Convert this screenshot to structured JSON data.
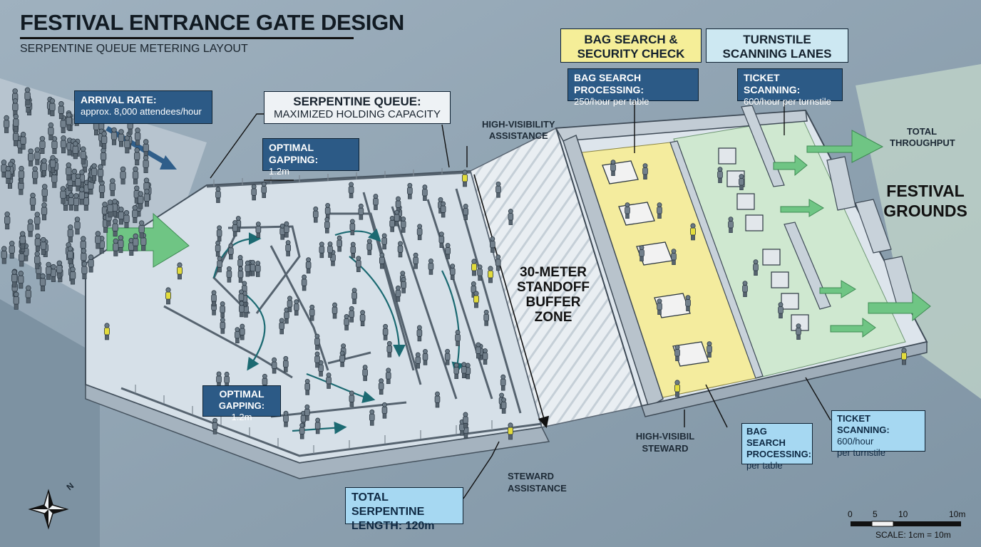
{
  "title": "FESTIVAL ENTRANCE GATE DESIGN",
  "subtitle": "SERPENTINE QUEUE METERING LAYOUT",
  "colors": {
    "background": "#8ea2b1",
    "queue_floor": "#d6e0e8",
    "security_zone": "#f4ec9e",
    "turnstile_zone": "#cfe8d0",
    "flow_arrow": "#6fc584",
    "label_dark": "#2c5a86",
    "label_light": "#a6d8f2",
    "header_yellow": "#f5ee98",
    "header_blue": "#cde8f2",
    "steward_vest": "#e3dc3c"
  },
  "arrival": {
    "title": "ARRIVAL RATE:",
    "body": "approx. 8,000 attendees/hour"
  },
  "serpentine": {
    "title": "SERPENTINE QUEUE:",
    "body": "MAXIMIZED HOLDING CAPACITY"
  },
  "gapping_top": {
    "title": "OPTIMAL GAPPING:",
    "body": "1.2m"
  },
  "gapping_bottom": {
    "line1": "OPTIMAL",
    "line2_bold": "GAPPING:",
    "line2_value": "1.2m"
  },
  "hv_assistance": {
    "line1": "HIGH-VISIBILITY",
    "line2": "ASSISTANCE"
  },
  "buffer_zone": {
    "line1": "30-METER",
    "line2": "STANDOFF",
    "line3": "BUFFER",
    "line4": "ZONE"
  },
  "bag_header": {
    "line1": "BAG SEARCH &",
    "line2": "SECURITY CHECK"
  },
  "turnstile_header": {
    "line1": "TURNSTILE",
    "line2": "SCANNING LANES"
  },
  "bag_processing_top": {
    "title": "BAG SEARCH PROCESSING:",
    "body": "250/hour per table"
  },
  "ticket_top": {
    "title": "TICKET SCANNING:",
    "body": "600/hour per turnstile"
  },
  "total_throughput": {
    "line1": "TOTAL",
    "line2": "THROUGHPUT"
  },
  "festival_grounds": {
    "line1": "FESTIVAL",
    "line2": "GROUNDS"
  },
  "hv_steward": {
    "line1": "HIGH-VISIBIL",
    "line2": "STEWARD"
  },
  "bag_processing_bottom": {
    "line1": "BAG SEARCH",
    "line2": "PROCESSING:",
    "line3": "per table"
  },
  "ticket_bottom": {
    "title": "TICKET SCANNING:",
    "line1": "600/hour",
    "line2": "per turnstile"
  },
  "steward_assistance": {
    "line1": "STEWARD",
    "line2": "ASSISTANCE"
  },
  "total_length": {
    "line1": "TOTAL SERPENTINE",
    "line2_bold": "LENGTH:",
    "line2_value": "120m"
  },
  "compass": {
    "north": "N"
  },
  "scale": {
    "ticks": [
      "0",
      "5",
      "10",
      "10m"
    ],
    "caption": "SCALE: 1cm = 10m"
  }
}
